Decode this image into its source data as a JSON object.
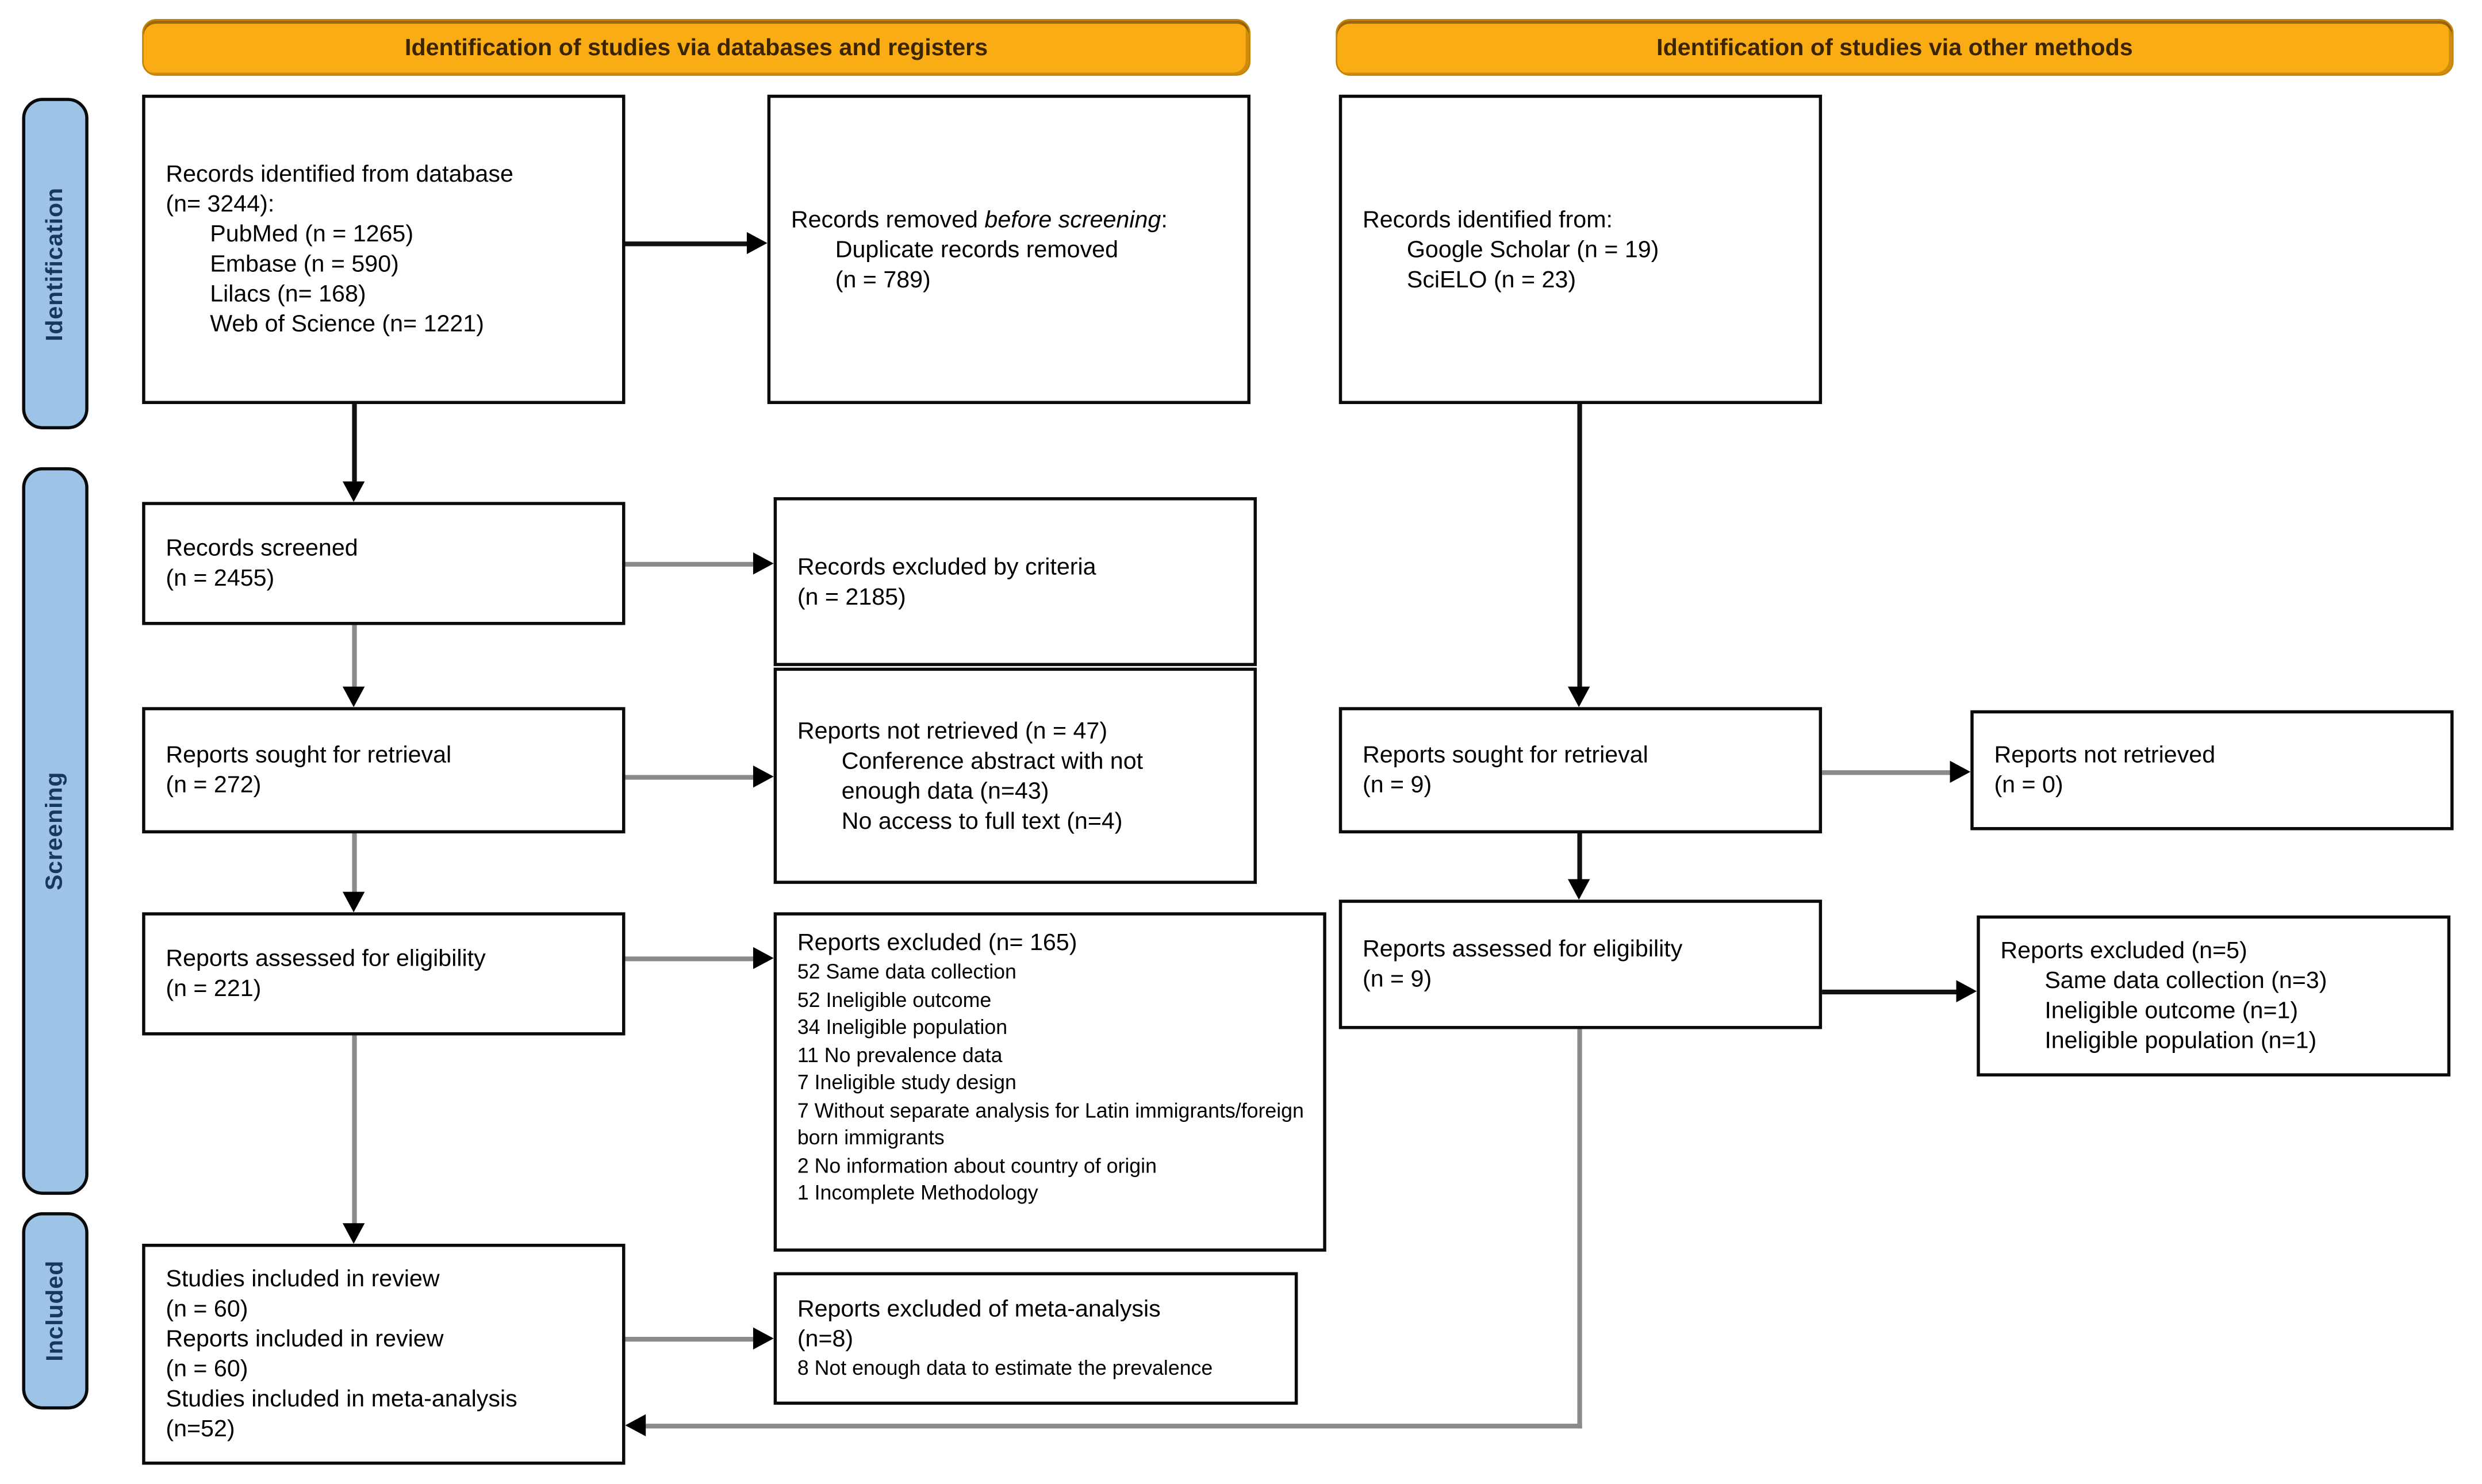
{
  "headers": {
    "left": "Identification of studies via databases and registers",
    "right": "Identification of studies via other methods"
  },
  "sidebar": {
    "identification": "Identification",
    "screening": "Screening",
    "included": "Included"
  },
  "colors": {
    "header_bg": "#F9AC14",
    "sidebar_bg": "#9DC3E6",
    "box_border": "#000000",
    "arrow_line_gray": "#8A8A8A",
    "arrow_head_black": "#000000"
  },
  "db_flow": {
    "identified": {
      "l1": "Records identified from database",
      "l2": "(n= 3244):",
      "items": [
        "PubMed (n = 1265)",
        "Embase (n = 590)",
        "Lilacs (n= 168)",
        "Web of Science (n= 1221)"
      ]
    },
    "removed": {
      "pre": "Records removed ",
      "em": "before screening",
      "post": ":",
      "items": [
        "Duplicate records removed",
        "(n = 789)"
      ]
    },
    "screened": {
      "l1": "Records screened",
      "l2": "(n = 2455)"
    },
    "excluded_criteria": {
      "l1": "Records excluded by criteria",
      "l2": "(n = 2185)"
    },
    "sought": {
      "l1": "Reports sought for retrieval",
      "l2": "(n = 272)"
    },
    "not_retrieved": {
      "l1": "Reports not retrieved (n = 47)",
      "items": [
        "Conference abstract with not enough data (n=43)",
        "No access to full text (n=4)"
      ]
    },
    "assessed": {
      "l1": "Reports assessed for eligibility",
      "l2": "(n = 221)"
    },
    "excluded": {
      "l1": "Reports excluded (n= 165)",
      "items": [
        "52 Same data collection",
        "52 Ineligible outcome",
        "34 Ineligible population",
        "11 No prevalence data",
        "7 Ineligible study design",
        "7 Without separate analysis for Latin immigrants/foreign born immigrants",
        "2 No information about country of origin",
        "1 Incomplete Methodology"
      ]
    },
    "included": {
      "lines": [
        "Studies included in review",
        "(n = 60)",
        "Reports included in review",
        "(n = 60)",
        "Studies included in meta-analysis",
        "(n=52)"
      ]
    },
    "meta_excluded": {
      "l1": "Reports excluded of meta-analysis",
      "l2": "(n=8)",
      "l3": "8 Not enough data to estimate the prevalence"
    }
  },
  "other_flow": {
    "identified": {
      "l1": "Records identified from:",
      "items": [
        "Google Scholar (n = 19)",
        "SciELO (n = 23)"
      ]
    },
    "sought": {
      "l1": "Reports sought for retrieval",
      "l2": "(n = 9)"
    },
    "not_retrieved": {
      "l1": "Reports not retrieved",
      "l2": "(n = 0)"
    },
    "assessed": {
      "l1": "Reports assessed for eligibility",
      "l2": "(n = 9)"
    },
    "excluded": {
      "l1": "Reports excluded (n=5)",
      "items": [
        "Same data collection (n=3)",
        "Ineligible outcome (n=1)",
        "Ineligible population (n=1)"
      ]
    }
  }
}
